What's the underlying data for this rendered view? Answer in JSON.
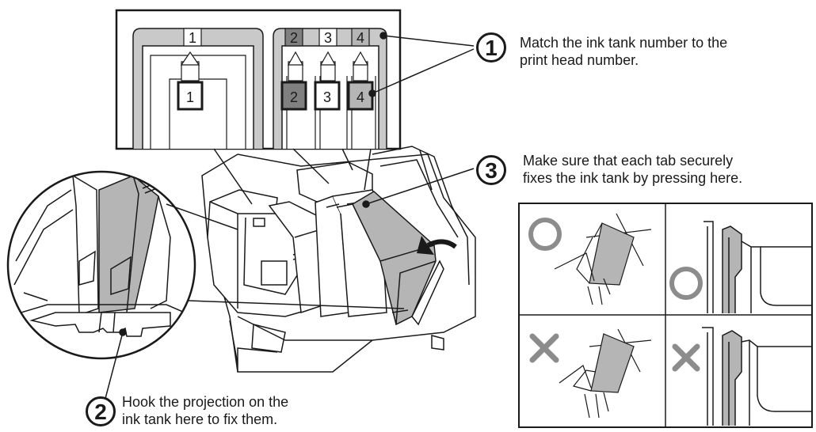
{
  "head_slot_labels": [
    "1",
    "2",
    "3",
    "4"
  ],
  "tank_labels": [
    "1",
    "2",
    "3",
    "4"
  ],
  "callouts": [
    {
      "number": "1",
      "lines": [
        "Match the ink tank number to the",
        "print head number."
      ]
    },
    {
      "number": "2",
      "lines": [
        "Hook the projection on the",
        "ink tank here to fix them."
      ]
    },
    {
      "number": "3",
      "lines": [
        "Make sure that each tab securely",
        "fixes the ink tank by pressing here."
      ]
    }
  ],
  "marks": {
    "correct": "circle-mark",
    "incorrect": "cross-mark"
  },
  "colors": {
    "line": "#1a1a1a",
    "gray_fill": "#b5b5b5",
    "dark_fill": "#808080",
    "mark": "#8c8c8c"
  }
}
